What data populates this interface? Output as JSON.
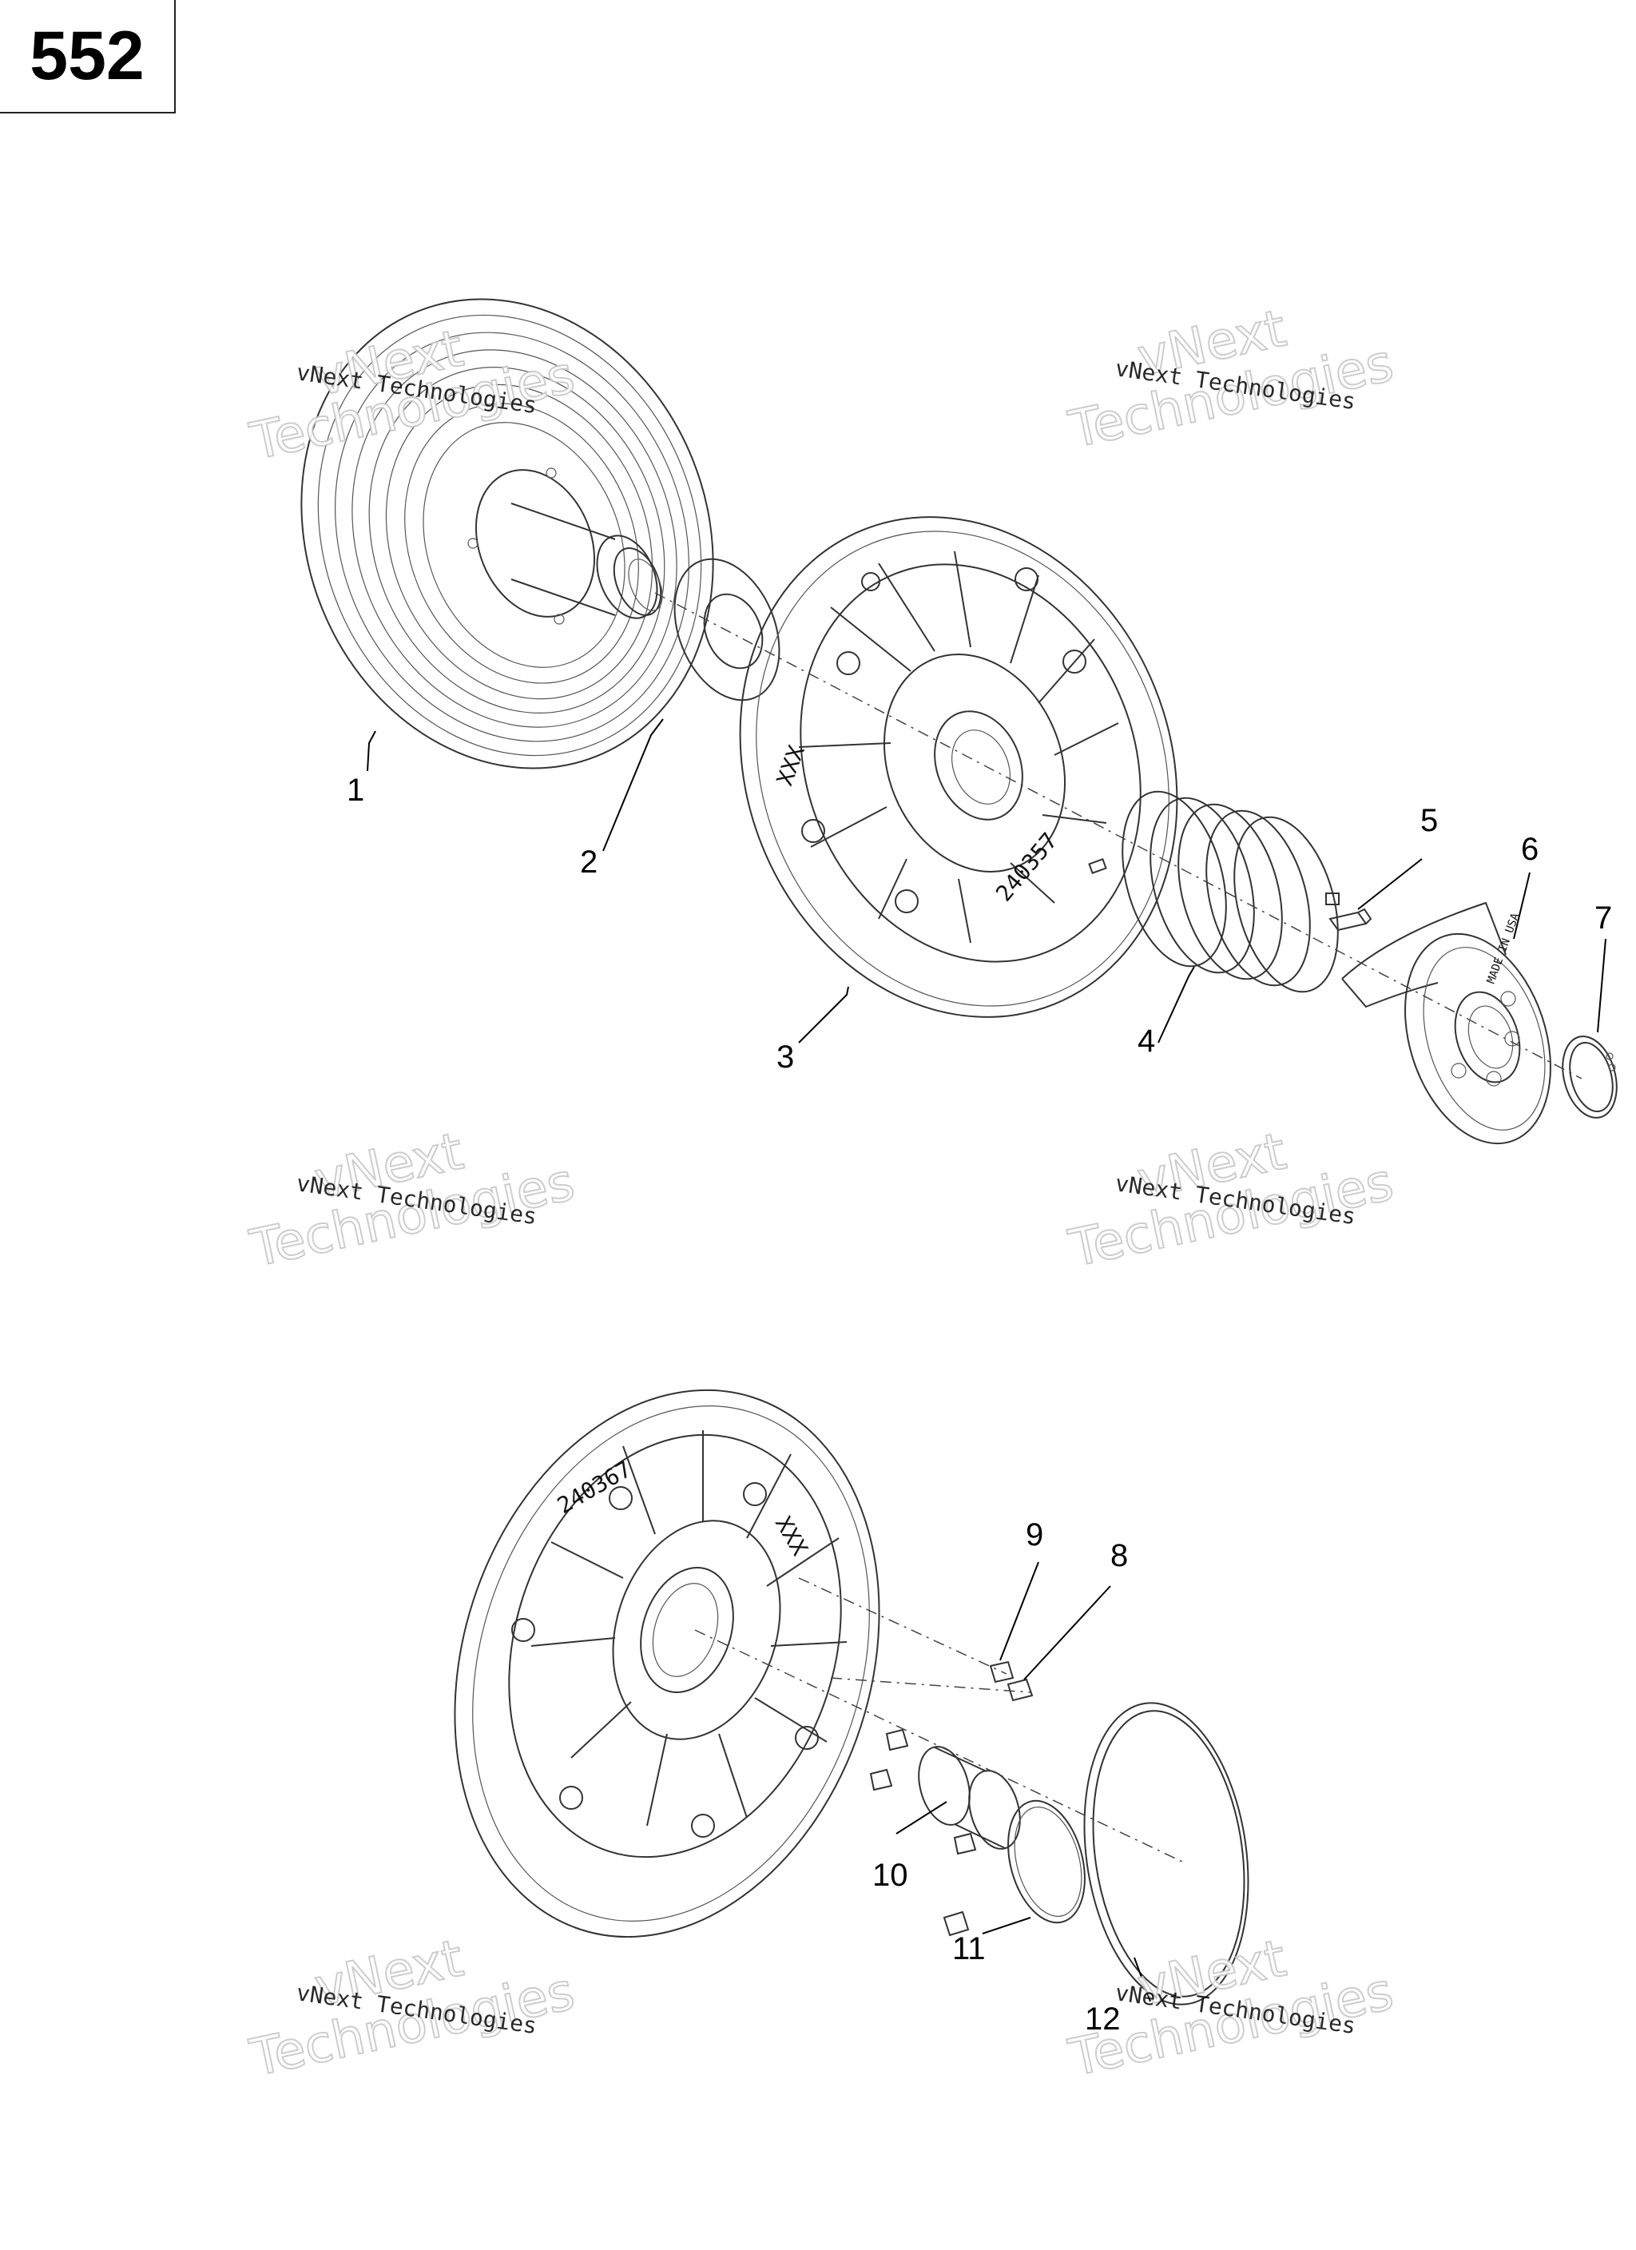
{
  "page": {
    "number": "552"
  },
  "watermark": {
    "line1": "vNext Technologies",
    "line2_a": "vNext",
    "line2_b": "Technologies"
  },
  "callouts": [
    {
      "id": "1",
      "label": "1"
    },
    {
      "id": "2",
      "label": "2"
    },
    {
      "id": "3",
      "label": "3"
    },
    {
      "id": "4",
      "label": "4"
    },
    {
      "id": "5",
      "label": "5"
    },
    {
      "id": "6",
      "label": "6"
    },
    {
      "id": "7",
      "label": "7"
    },
    {
      "id": "8",
      "label": "8"
    },
    {
      "id": "9",
      "label": "9"
    },
    {
      "id": "10",
      "label": "10"
    },
    {
      "id": "11",
      "label": "11"
    },
    {
      "id": "12",
      "label": "12"
    }
  ],
  "part_markings": {
    "sheave_top": "XXX",
    "sheave_top_num": "240357",
    "sheave_bottom_num": "240367",
    "cap": "MADE IN USA"
  }
}
